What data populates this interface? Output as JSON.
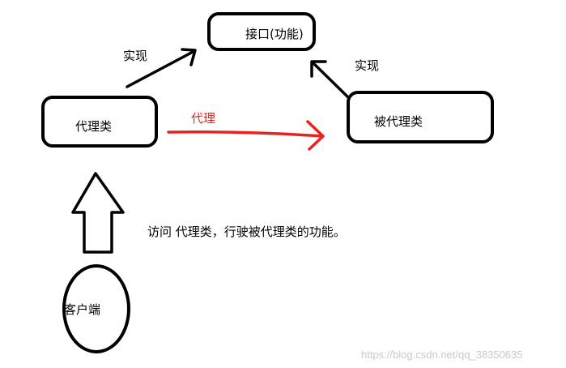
{
  "nodes": {
    "interface": "接口(功能)",
    "proxy": "代理类",
    "real": "被代理类",
    "client": "客户端"
  },
  "edges": {
    "proxy_implements": "实现",
    "real_implements": "实现",
    "proxy_delegates": "代理"
  },
  "note": "访问 代理类，行驶被代理类的功能。",
  "watermark": "https://blog.csdn.net/qq_38350635",
  "colors": {
    "stroke": "#000000",
    "delegate": "#e8231f",
    "watermark": "#c9c9c9"
  }
}
